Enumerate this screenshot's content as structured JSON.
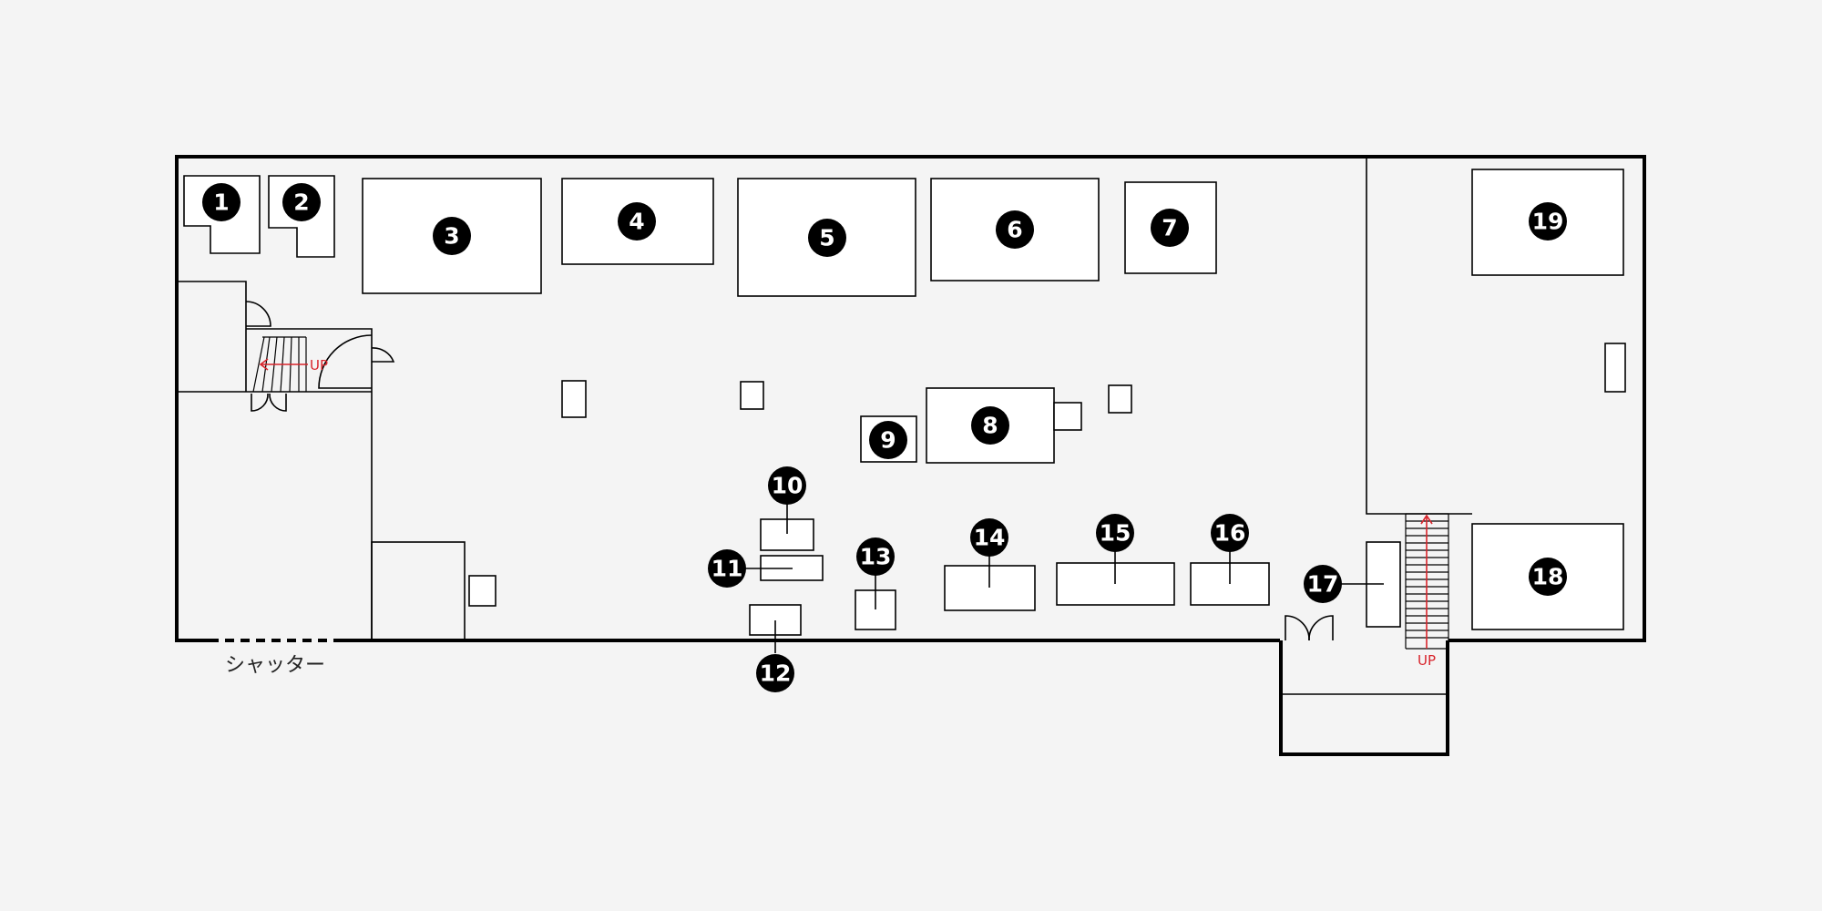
{
  "floor_plan": {
    "stair_label_left": "UP",
    "stair_label_right": "UP",
    "shutter_label": "シャッター",
    "markers": [
      "1",
      "2",
      "3",
      "4",
      "5",
      "6",
      "7",
      "8",
      "9",
      "10",
      "11",
      "12",
      "13",
      "14",
      "15",
      "16",
      "17",
      "18",
      "19"
    ]
  },
  "colors": {
    "background": "#f4f4f4",
    "stroke": "#000000",
    "accent": "#d8242b"
  }
}
